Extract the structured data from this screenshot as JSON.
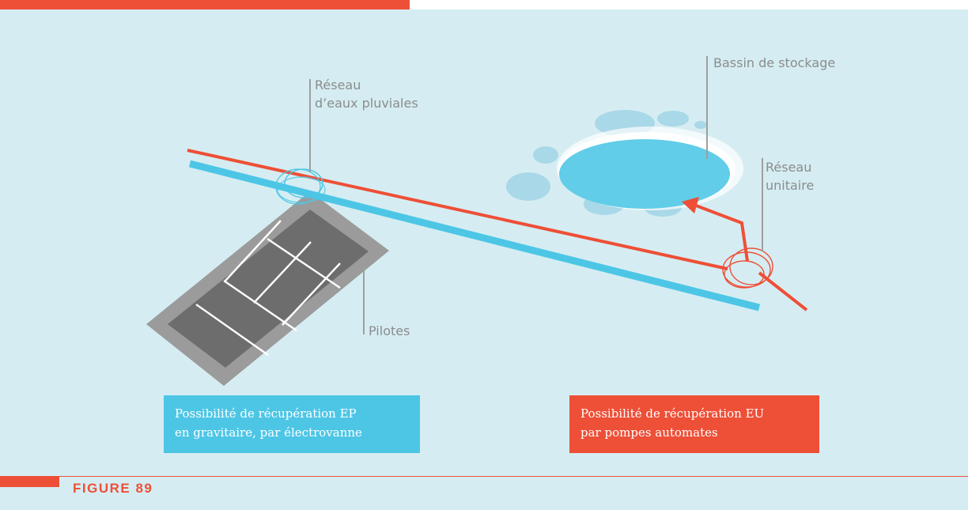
{
  "labels": {
    "reseau_ep_line1": "Réseau",
    "reseau_ep_line2": "d’eaux pluviales",
    "bassin": "Bassin de stockage",
    "reseau_unitaire_line1": "Réseau",
    "reseau_unitaire_line2": "unitaire",
    "pilotes": "Pilotes"
  },
  "boxes": {
    "ep_line1": "Possibilité de récupération EP",
    "ep_line2": "en gravitaire, par électrovanne",
    "eu_line1": "Possibilité de récupération EU",
    "eu_line2": "par pompes automates"
  },
  "figure": {
    "label": "FIGURE 89"
  },
  "colors": {
    "background": "#d5edf2",
    "accent_red": "#ee4f37",
    "water_blue": "#4dc6e6",
    "label_gray": "#8c8c8c"
  }
}
